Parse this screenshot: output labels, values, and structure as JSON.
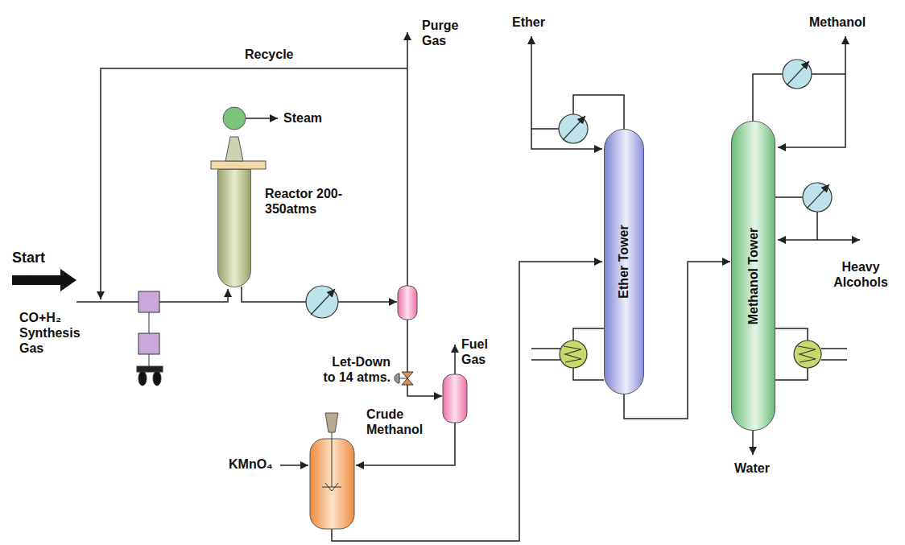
{
  "diagram": {
    "nodes": [
      {
        "text": [
          "Reactor 200-350atms"
        ]
      },
      {
        "text": [
          "Ether Tower"
        ]
      },
      {
        "text": [
          "Methanol Tower"
        ]
      }
    ],
    "edges": [
      {
        "from": 1,
        "to": 2,
        "arrow": "to"
      }
    ],
    "labels": [
      "Start",
      "CO+H₂ Synthesis Gas",
      "Recycle",
      "Purge Gas",
      "Steam",
      "Let-Down to 14 atms.",
      "Fuel Gas",
      "Crude Methanol",
      "KMnO₄",
      "Ether",
      "Methanol",
      "Heavy Alcohols",
      "Water"
    ]
  }
}
